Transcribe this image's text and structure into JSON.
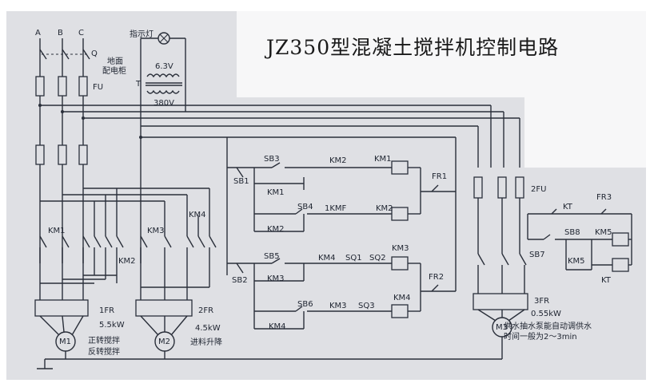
{
  "title": "JZ350型混凝土搅拌机控制电路",
  "phases": [
    "A",
    "B",
    "C"
  ],
  "switch_q": "Q",
  "panel": {
    "line1": "地面",
    "line2": "配电柜"
  },
  "lamp": "指示灯",
  "lamp_volt": "6.3V",
  "transformer": "T",
  "trans_volt": "380V",
  "fuse1": "FU",
  "fuse2": "2FU",
  "contactors": {
    "km1": "KM1",
    "km2": "KM2",
    "km3": "KM3",
    "km4": "KM4",
    "km5": "KM5",
    "kmf": "1KMF"
  },
  "buttons": {
    "sb1": "SB1",
    "sb2": "SB2",
    "sb3": "SB3",
    "sb4": "SB4",
    "sb5": "SB5",
    "sb6": "SB6",
    "sb7": "SB7",
    "sb8": "SB8"
  },
  "limits": {
    "sq1": "SQ1",
    "sq2": "SQ2",
    "sq3": "SQ3"
  },
  "relays": {
    "fr1": "FR1",
    "fr2": "FR2",
    "fr3": "FR3",
    "t1fr": "1FR",
    "t2fr": "2FR",
    "t3fr": "3FR",
    "kt": "KT"
  },
  "motors": {
    "m1": {
      "name": "M1",
      "power": "5.5kW",
      "desc1": "正转搅拌",
      "desc2": "反转搅拌"
    },
    "m2": {
      "name": "M2",
      "power": "4.5kW",
      "desc1": "进料升降"
    },
    "m3": {
      "name": "M3",
      "power": "0.55kW"
    }
  },
  "note": {
    "line1": "供水抽水泵能自动调供水",
    "line2": "时间一般为2～3min"
  }
}
